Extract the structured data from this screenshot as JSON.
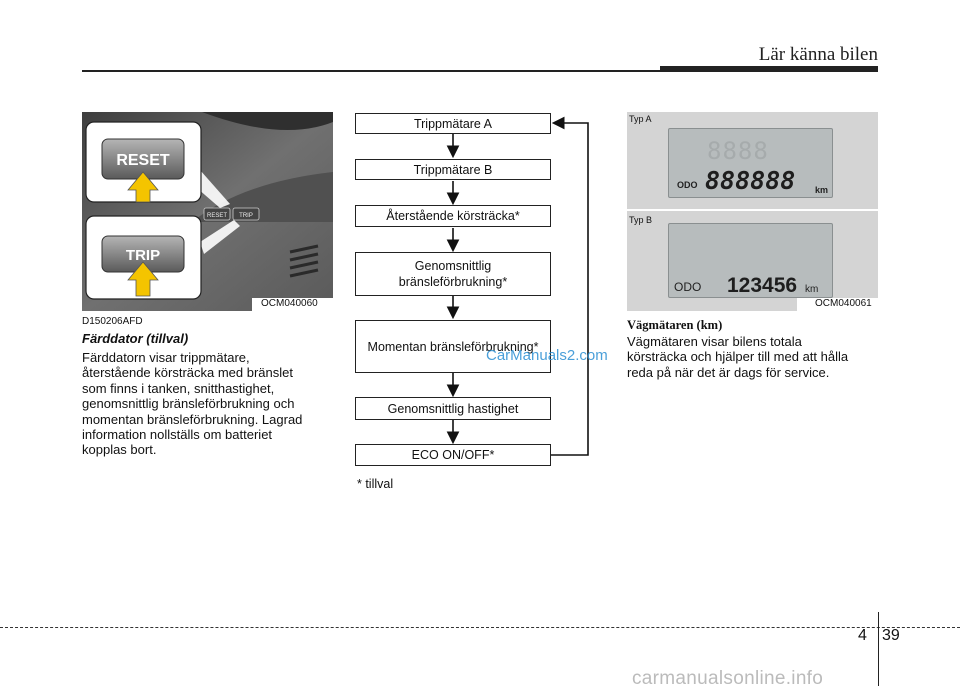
{
  "header": {
    "title": "Lär känna bilen"
  },
  "left_figure": {
    "reset_label": "RESET",
    "trip_label": "TRIP",
    "caption": "OCM040060"
  },
  "left_section": {
    "code": "D150206AFD",
    "title": "Färddator (tillval)",
    "paragraph_lines": [
      "Färddatorn visar trippmätare,",
      "återstående körsträcka med bränslet",
      "som finns i tanken, snitthastighet,",
      "genomsnittlig bränsleförbrukning och",
      "momentan bränsleförbrukning. Lagrad",
      "information nollställs om batteriet",
      "kopplas bort."
    ]
  },
  "flow": {
    "boxes": [
      "Trippmätare A",
      "Trippmätare B",
      "Återstående körsträcka*",
      "Genomsnittlig\nbränsleförbrukning*",
      "Momentan bränsleförbrukning*",
      "Genomsnittlig hastighet",
      "ECO ON/OFF*"
    ],
    "footnote": "* tillval"
  },
  "right_figure": {
    "type_a": "Typ A",
    "type_b": "Typ B",
    "odo_label_a": "ODO",
    "odo_digits_a": "888888",
    "unit_a": "km",
    "odo_label_b": "ODO",
    "odo_digits_b": "123456",
    "unit_b": "km",
    "caption": "OCM040061"
  },
  "right_section": {
    "title": "Vägmätaren (km)",
    "paragraph_lines": [
      "Vägmätaren visar bilens totala",
      "körsträcka och hjälper till med att hålla",
      "reda på när det är dags för service."
    ]
  },
  "watermark": "CarManuals2.com",
  "footer": {
    "chapter": "4",
    "page": "39",
    "site": "carmanualsonline.info"
  }
}
